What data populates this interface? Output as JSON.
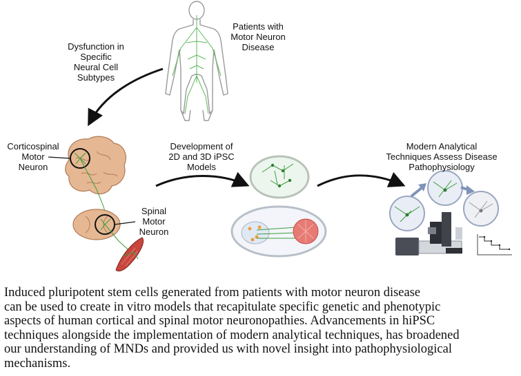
{
  "labels": {
    "patients": [
      "Patients with",
      "Motor Neuron",
      "Disease"
    ],
    "dysfunction": [
      "Dysfunction in",
      "Specific",
      "Neural Cell",
      "Subtypes"
    ],
    "corticospinal": [
      "Corticospinal",
      "Motor",
      "Neuron"
    ],
    "spinal": [
      "Spinal",
      "Motor",
      "Neuron"
    ],
    "development": [
      "Development of",
      "2D and 3D iPSC",
      "Models"
    ],
    "analytical": [
      "Modern Analytical",
      "Techniques Assess Disease",
      "Pathophysiology"
    ]
  },
  "caption_lines": [
    "Induced pluripotent stem cells generated from patients with  motor neuron disease",
    "can be used to create in vitro models that recapitulate specific genetic and phenotypic",
    "aspects of human cortical and spinal motor neuronopathies. Advancements in hiPSC",
    "techniques alongside the implementation of modern analytical techniques, has broadened",
    "our understanding of MNDs and provided us with novel insight into pathophysiological",
    "mechanisms."
  ],
  "colors": {
    "neuron_green": "#4caf50",
    "brain_tan": "#d9a77c",
    "muscle_red": "#b5332b",
    "arrow_black": "#111111",
    "arrow_blue": "#7f93b8"
  }
}
